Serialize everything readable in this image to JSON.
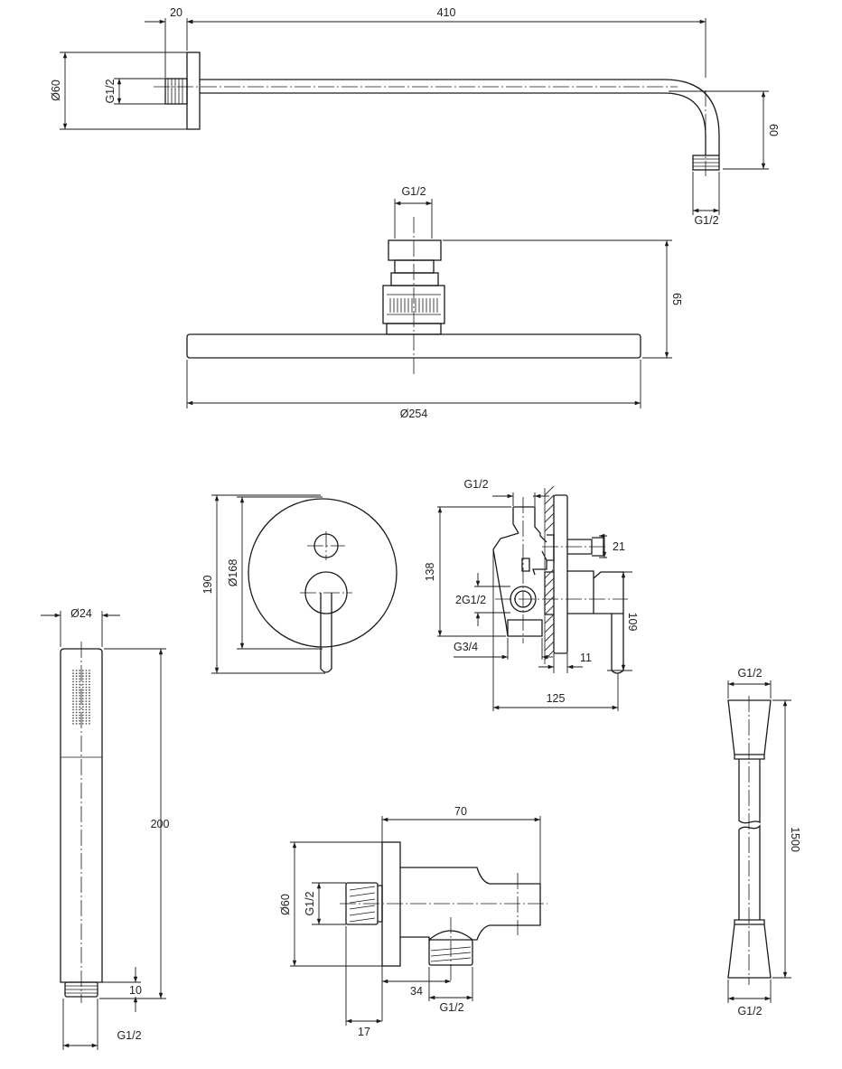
{
  "wall_arm": {
    "offset": "20",
    "length": "410",
    "flange_diameter": "Ø60",
    "thread_left": "G1/2",
    "drop": "60",
    "thread_outlet": "G1/2"
  },
  "shower_head": {
    "thread": "G1/2",
    "height": "65",
    "diameter": "Ø254"
  },
  "escutcheon": {
    "height": "190",
    "diameter": "Ø168"
  },
  "mixer_body": {
    "top_thread": "G1/2",
    "height": "138",
    "outlet": "21",
    "inlets": "2G1/2",
    "bottom_thread": "G3/4",
    "plate": "11",
    "depth": "125",
    "lever": "109"
  },
  "hand_shower": {
    "diameter": "Ø24",
    "length": "200",
    "thread_len": "10",
    "thread": "G1/2"
  },
  "wall_outlet": {
    "depth": "70",
    "flange_diameter": "Ø60",
    "thread_in": "G1/2",
    "offset": "34",
    "thread_out": "G1/2",
    "thread_len": "17"
  },
  "hose": {
    "top_thread": "G1/2",
    "length": "1500",
    "bottom_thread": "G1/2"
  },
  "colors": {
    "line": "#1a1a1a",
    "background": "#ffffff"
  }
}
